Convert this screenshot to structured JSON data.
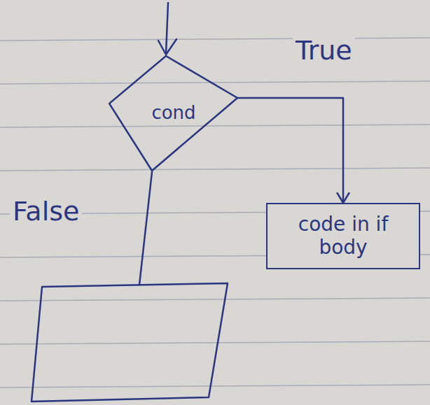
{
  "diagram": {
    "nodes": [
      {
        "text": [
          "cond"
        ]
      },
      {
        "text": [
          "code in if body"
        ]
      }
    ],
    "edges": [
      {
        "from": 0,
        "to": 1,
        "arrow": "to",
        "label": "True"
      }
    ],
    "labels": [
      "False"
    ]
  }
}
